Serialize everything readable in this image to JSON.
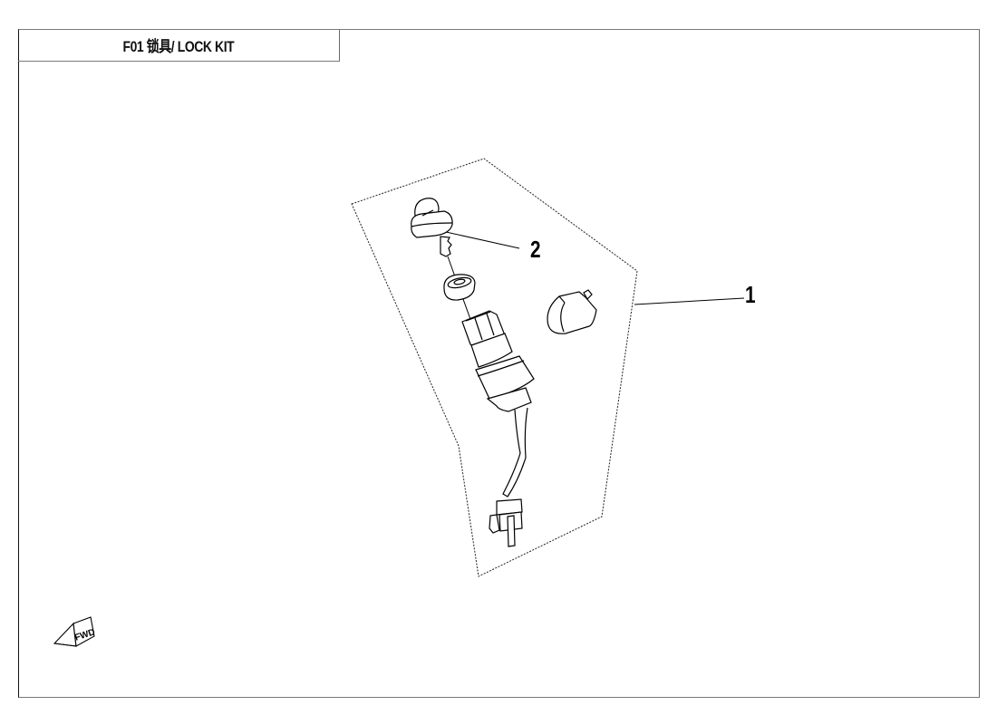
{
  "page": {
    "title": "F01  锁具/ LOCK KIT",
    "section_code": "F01",
    "section_name_cn": "锁具",
    "section_name_en": "LOCK KIT"
  },
  "callouts": [
    {
      "number": "1",
      "part": "lock-kit-assembly"
    },
    {
      "number": "2",
      "part": "key"
    }
  ],
  "orientation_marker": {
    "label": "FWD",
    "icon": "forward-arrow-icon"
  },
  "colors": {
    "line": "#000000",
    "frame_dark": "#111111",
    "frame_gray": "#7a7a7a",
    "background": "#ffffff"
  }
}
